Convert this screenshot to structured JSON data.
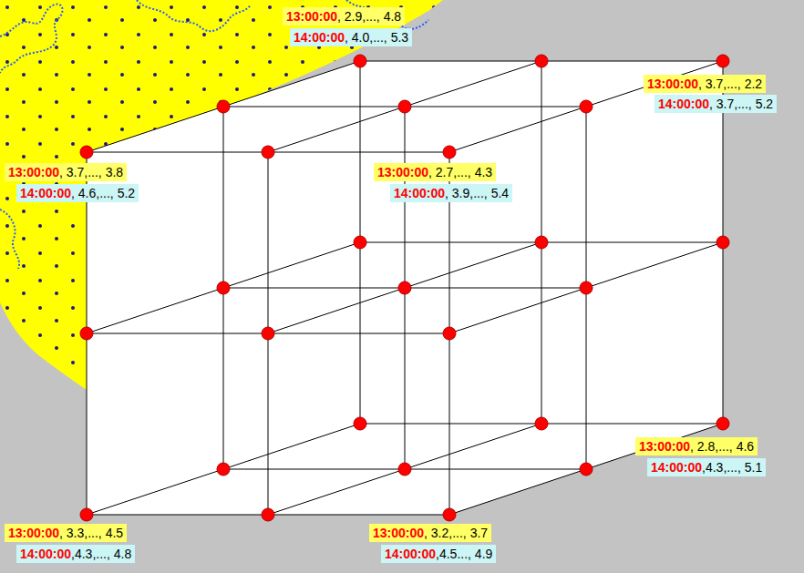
{
  "diagram": {
    "nodes": [
      {
        "text": [
          "13:00:00",
          ", 2.9,..., 4.8"
        ]
      },
      {
        "text": [
          "14:00:00",
          ", 4.0,..., 5.3"
        ]
      },
      {
        "text": [
          "13:00:00",
          ", 3.7,..., 2.2"
        ]
      },
      {
        "text": [
          "14:00:00",
          ", 3.7,..., 5.2"
        ]
      },
      {
        "text": [
          "13:00:00",
          ", 3.7,..., 3.8"
        ]
      },
      {
        "text": [
          "14:00:00",
          ", 4.6,..., 5.2"
        ]
      },
      {
        "text": [
          "13:00:00",
          ", 2.7,..., 4.3"
        ]
      },
      {
        "text": [
          "14:00:00",
          ", 3.9,..., 5.4"
        ]
      },
      {
        "text": [
          "13:00:00",
          ", 2.8,..., 4.6"
        ]
      },
      {
        "text": [
          "14:00:00",
          ",4.3,..., 5.1"
        ]
      },
      {
        "text": [
          "13:00:00",
          ", 3.3,..., 4.5"
        ]
      },
      {
        "text": [
          "14:00:00",
          ",4.3,..., 4.8"
        ]
      },
      {
        "text": [
          "13:00:00",
          ", 3.2,..., 3.7"
        ]
      },
      {
        "text": [
          "14:00:00",
          ",4.5..., 4.9"
        ]
      }
    ]
  }
}
